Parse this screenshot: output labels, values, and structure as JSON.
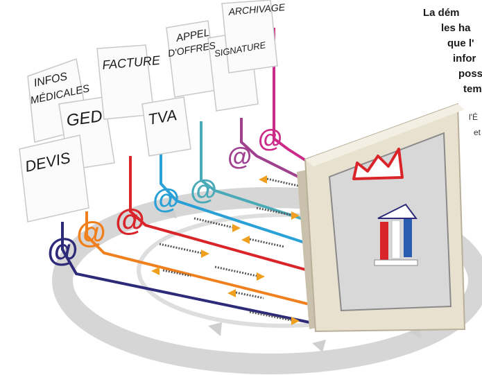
{
  "labels": {
    "infos_medicales_1": "INFOS",
    "infos_medicales_2": "MÉDICALES",
    "ged": "GED",
    "facture": "FACTURE",
    "tva": "TVA",
    "appel_offres_1": "APPEL",
    "appel_offres_2": "D'OFFRES",
    "archivage": "ARCHIVAGE",
    "signature": "SIGNATURE",
    "devis": "DEVIS"
  },
  "side_text": {
    "line1": "La dém",
    "line2": "les ha",
    "line3": "que l'",
    "line4": "infor",
    "line5": "poss",
    "line6": "tem",
    "line7": "l'É",
    "line8": "et"
  },
  "colors": {
    "devis": "#2e2a7a",
    "infos": "#f0801e",
    "ged": "#d9242a",
    "facture": "#d9242a",
    "tva": "#29a0d6",
    "appel": "#4aaab8",
    "signature": "#a0418f",
    "archivage": "#cc2a88",
    "arrow": "#f0a020",
    "ellipse": "#d6d6d6",
    "monitor": "#e8e1cf",
    "screen": "#d8d8d8",
    "factory": "#d9242a"
  },
  "icons": [
    "at-sign-icon",
    "factory-icon",
    "government-building-icon",
    "arrow-icon"
  ]
}
